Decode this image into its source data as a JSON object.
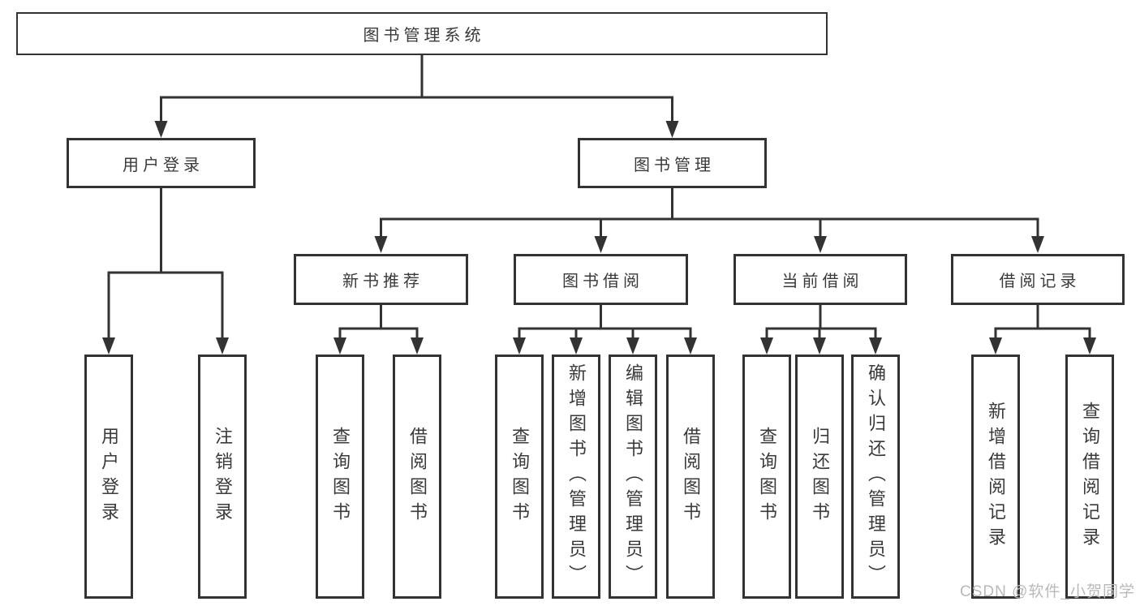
{
  "colors": {
    "line": "#333333",
    "box_border": "#333333",
    "text": "#3a3a3a",
    "watermark": "#b9b9b9",
    "background": "#ffffff"
  },
  "tree": {
    "root": {
      "label": "图书管理系统"
    },
    "children": [
      {
        "label": "用户登录",
        "children": [
          {
            "label": "用户登录"
          },
          {
            "label": "注销登录"
          }
        ]
      },
      {
        "label": "图书管理",
        "children": [
          {
            "label": "新书推荐",
            "children": [
              {
                "label": "查询图书"
              },
              {
                "label": "借阅图书"
              }
            ]
          },
          {
            "label": "图书借阅",
            "children": [
              {
                "label": "查询图书"
              },
              {
                "label": "新增图书（管理员）"
              },
              {
                "label": "编辑图书（管理员）"
              },
              {
                "label": "借阅图书"
              }
            ]
          },
          {
            "label": "当前借阅",
            "children": [
              {
                "label": "查询图书"
              },
              {
                "label": "归还图书"
              },
              {
                "label": "确认归还（管理员）"
              }
            ]
          },
          {
            "label": "借阅记录",
            "children": [
              {
                "label": "新增借阅记录"
              },
              {
                "label": "查询借阅记录"
              }
            ]
          }
        ]
      }
    ]
  },
  "watermark": {
    "text": "CSDN @软件_小贺同学"
  }
}
